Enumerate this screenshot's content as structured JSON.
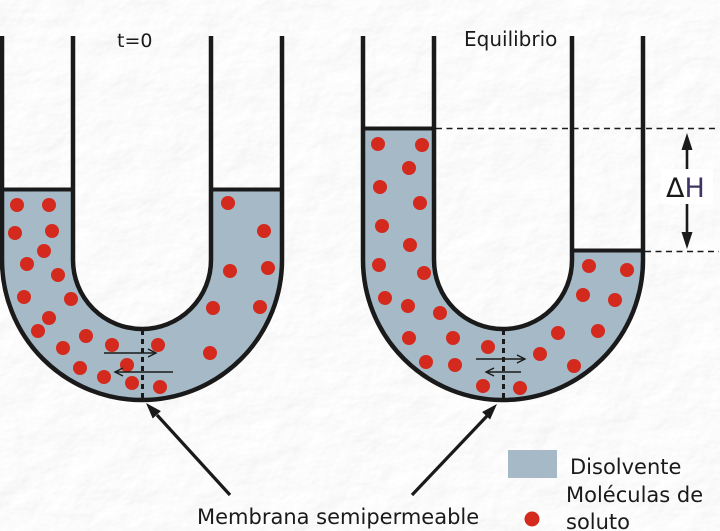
{
  "titles": {
    "left": "t=0",
    "right": "Equilibrio"
  },
  "delta_h": {
    "delta": "Δ",
    "h": "H"
  },
  "membrane": {
    "label": "Membrana semipermeable"
  },
  "legend": {
    "solvent_label": "Disolvente",
    "solute_label_line1": "Moléculas de",
    "solute_label_line2": "soluto"
  },
  "colors": {
    "solvent": "#a6b9c7",
    "solute": "#d42a1e",
    "ink": "#1a1a1a",
    "delta_h_text": "#413363",
    "background": "#ececec"
  },
  "tubes": {
    "left": {
      "dots": [
        [
          17,
          205
        ],
        [
          49,
          205
        ],
        [
          15,
          233
        ],
        [
          52,
          231
        ],
        [
          44,
          251
        ],
        [
          27,
          264
        ],
        [
          58,
          275
        ],
        [
          24,
          297
        ],
        [
          71,
          299
        ],
        [
          49,
          318
        ],
        [
          38,
          331
        ],
        [
          86,
          336
        ],
        [
          63,
          348
        ],
        [
          80,
          368
        ],
        [
          104,
          377
        ],
        [
          112,
          345
        ],
        [
          127,
          365
        ],
        [
          132,
          383
        ],
        [
          158,
          345
        ],
        [
          160,
          387
        ],
        [
          210,
          353
        ],
        [
          213,
          308
        ],
        [
          260,
          307
        ],
        [
          228,
          203
        ],
        [
          264,
          231
        ],
        [
          230,
          271
        ],
        [
          268,
          268
        ]
      ]
    },
    "right": {
      "dots": [
        [
          378,
          144
        ],
        [
          422,
          145
        ],
        [
          409,
          168
        ],
        [
          380,
          187
        ],
        [
          420,
          203
        ],
        [
          382,
          226
        ],
        [
          410,
          245
        ],
        [
          379,
          265
        ],
        [
          424,
          273
        ],
        [
          385,
          298
        ],
        [
          408,
          306
        ],
        [
          440,
          313
        ],
        [
          409,
          338
        ],
        [
          453,
          338
        ],
        [
          426,
          362
        ],
        [
          455,
          365
        ],
        [
          488,
          347
        ],
        [
          483,
          386
        ],
        [
          520,
          388
        ],
        [
          540,
          354
        ],
        [
          558,
          333
        ],
        [
          574,
          366
        ],
        [
          598,
          331
        ],
        [
          583,
          295
        ],
        [
          615,
          300
        ],
        [
          589,
          266
        ],
        [
          627,
          270
        ]
      ]
    }
  }
}
